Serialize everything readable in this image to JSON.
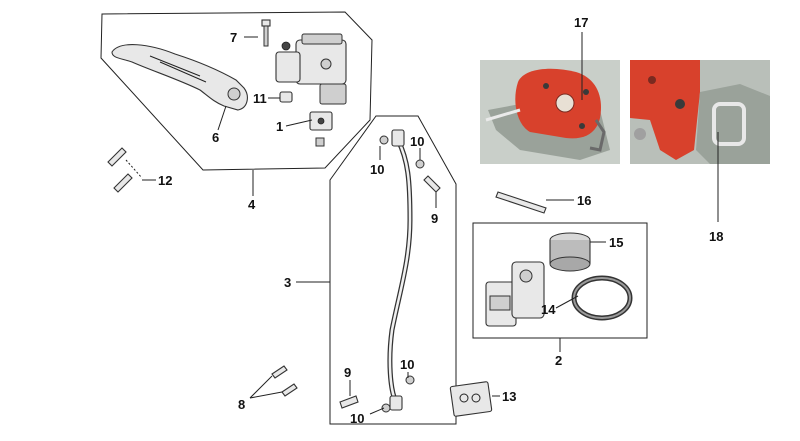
{
  "callouts": [
    {
      "id": "c1",
      "text": "1"
    },
    {
      "id": "c2",
      "text": "2"
    },
    {
      "id": "c3",
      "text": "3"
    },
    {
      "id": "c4",
      "text": "4"
    },
    {
      "id": "c5",
      "text": "6"
    },
    {
      "id": "c6",
      "text": "7"
    },
    {
      "id": "c7",
      "text": "8"
    },
    {
      "id": "c8",
      "text": "9"
    },
    {
      "id": "c9",
      "text": "9"
    },
    {
      "id": "c10",
      "text": "10"
    },
    {
      "id": "c11",
      "text": "10"
    },
    {
      "id": "c12",
      "text": "10"
    },
    {
      "id": "c13",
      "text": "10"
    },
    {
      "id": "c14",
      "text": "11"
    },
    {
      "id": "c15",
      "text": "12"
    },
    {
      "id": "c16",
      "text": "13"
    },
    {
      "id": "c17",
      "text": "14"
    },
    {
      "id": "c18",
      "text": "15"
    },
    {
      "id": "c19",
      "text": "16"
    },
    {
      "id": "c20",
      "text": "17"
    },
    {
      "id": "c21",
      "text": "18"
    }
  ],
  "colors": {
    "caliper_red": "#d8412c",
    "outline": "#222222",
    "background": "#ffffff"
  }
}
